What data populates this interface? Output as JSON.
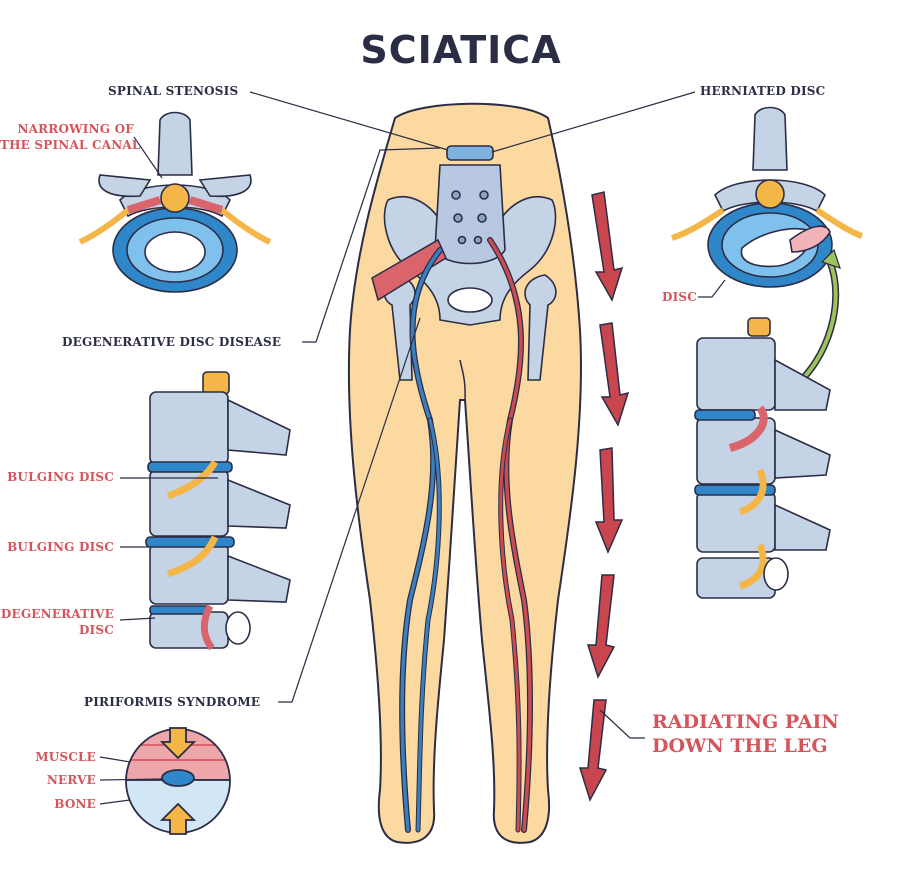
{
  "title": "SCIATICA",
  "labels": {
    "spinal_stenosis": "SPINAL STENOSIS",
    "narrowing_line1": "NARROWING OF",
    "narrowing_line2": "THE SPINAL CANAL",
    "herniated_disc": "HERNIATED DISC",
    "disc": "DISC",
    "degenerative_disc_disease": "DEGENERATIVE DISC DISEASE",
    "bulging_disc_1": "BULGING DISC",
    "bulging_disc_2": "BULGING DISC",
    "degenerative_disc_line1": "DEGENERATIVE",
    "degenerative_disc_line2": "DISC",
    "piriformis_syndrome": "PIRIFORMIS SYNDROME",
    "muscle": "MUSCLE",
    "nerve": "NERVE",
    "bone": "BONE",
    "radiating_line1": "RADIATING PAIN",
    "radiating_line2": "DOWN THE LEG"
  },
  "colors": {
    "skin": "#fbd9a0",
    "bone": "#c5d3e6",
    "disc_blue": "#2f86c8",
    "nerve_yellow": "#f5b648",
    "nerve_red": "#c94c55",
    "vein_blue": "#3a7fc0",
    "pain_arrow": "#c9464f",
    "green_arrow": "#9dc35a",
    "text_dark": "#2b2d45",
    "text_red": "#d4555b"
  }
}
